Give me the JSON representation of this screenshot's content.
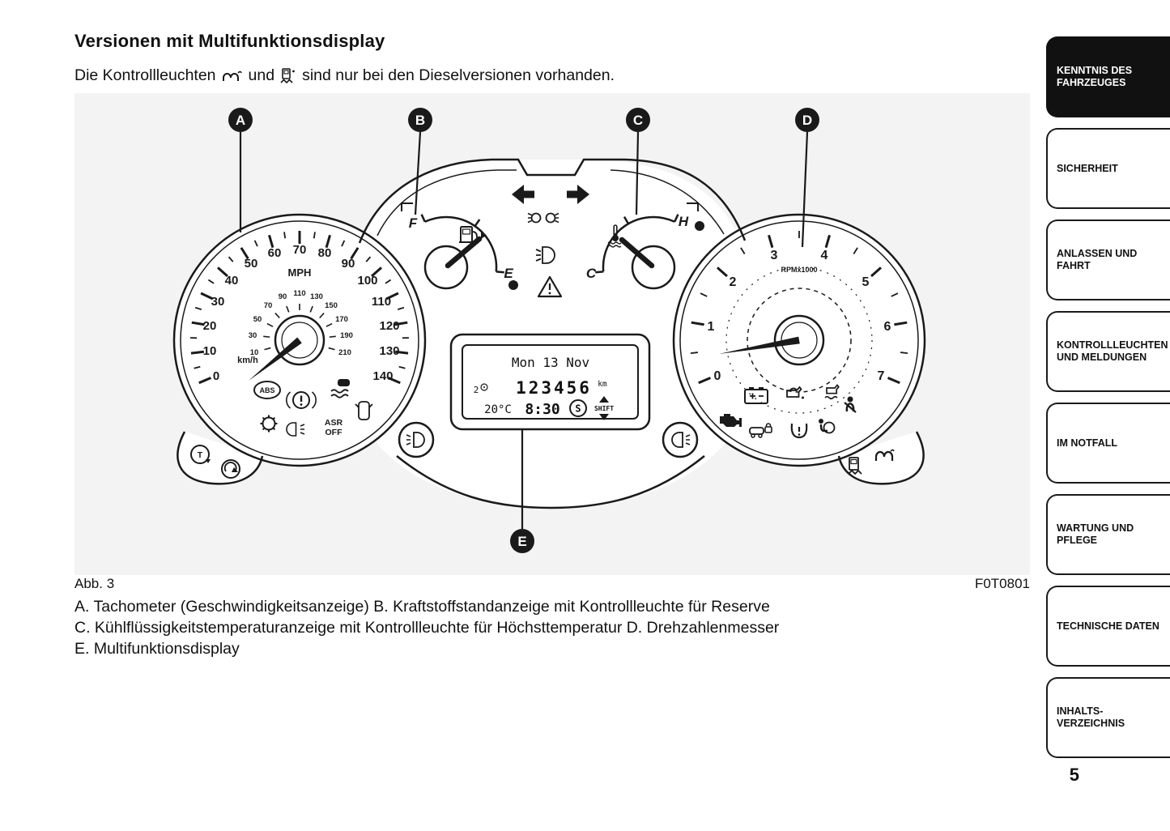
{
  "page": {
    "heading": "Versionen mit Multifunktionsdisplay",
    "intro": {
      "before": "Die Kontrollleuchten",
      "between": "und",
      "after": "sind nur bei den Dieselversionen vorhanden."
    },
    "figure": {
      "label": "Abb. 3",
      "code": "F0T0801"
    },
    "caption": {
      "line1": "A. Tachometer (Geschwindigkeitsanzeige) B. Kraftstoffstandanzeige mit Kontrollleuchte für Reserve",
      "line2": "C. Kühlflüssigkeitstemperaturanzeige mit Kontrollleuchte für Höchsttemperatur D. Drehzahlenmesser",
      "line3": "E. Multifunktionsdisplay"
    },
    "page_number": "5"
  },
  "sidebar": {
    "tabs": [
      {
        "line1": "KENNTNIS DES",
        "line2": "FAHRZEUGES",
        "active": true
      },
      {
        "line1": "SICHERHEIT",
        "line2": ""
      },
      {
        "line1": "ANLASSEN UND",
        "line2": "FAHRT"
      },
      {
        "line1": "KONTROLLLEUCHTEN",
        "line2": "UND MELDUNGEN"
      },
      {
        "line1": "IM NOTFALL",
        "line2": ""
      },
      {
        "line1": "WARTUNG UND",
        "line2": "PFLEGE"
      },
      {
        "line1": "TECHNISCHE DATEN",
        "line2": ""
      },
      {
        "line1": "INHALTS-",
        "line2": "VERZEICHNIS"
      }
    ]
  },
  "cluster": {
    "callouts": {
      "a": "A",
      "b": "B",
      "c": "C",
      "d": "D",
      "e": "E"
    },
    "speedometer": {
      "unit_outer": "MPH",
      "unit_inner": "km/h",
      "mph": [
        "0",
        "10",
        "20",
        "30",
        "40",
        "50",
        "60",
        "70",
        "80",
        "90",
        "100",
        "110",
        "120",
        "130",
        "140"
      ],
      "kmh": [
        "10",
        "30",
        "50",
        "70",
        "90",
        "110",
        "130",
        "150",
        "170",
        "190",
        "210"
      ],
      "abs_label": "ABS",
      "asr_line1": "ASR",
      "asr_line2": "OFF"
    },
    "tachometer": {
      "label": "RPMx1000",
      "ticks": [
        "0",
        "1",
        "2",
        "3",
        "4",
        "5",
        "6",
        "7"
      ]
    },
    "fuel_gauge": {
      "full": "F",
      "empty": "E"
    },
    "temp_gauge": {
      "hot": "H",
      "cold": "C"
    },
    "display": {
      "date": "Mon 13 Nov",
      "trip": "2",
      "odometer": "123456",
      "odometer_unit": "km",
      "temperature": "20°C",
      "time": "8:30",
      "gear_symbol": "S",
      "shift_label": "SHIFT"
    },
    "misc": {
      "t_symbol": "T"
    },
    "indicator_icons": [
      "glow-plug",
      "water-in-fuel",
      "turn-left",
      "turn-right",
      "position-lights",
      "low-beam",
      "warning-triangle",
      "fuel-pump",
      "fuel-reserve-dot",
      "thermometer",
      "high-temp-dot",
      "abs",
      "brake-warning",
      "esp",
      "door-open",
      "gear-warning",
      "rear-fog",
      "asr-off",
      "battery",
      "oil-pressure",
      "oil-temperature",
      "seatbelt",
      "engine-check",
      "car-lock",
      "tpms",
      "airbag",
      "front-fog",
      "letter-t-circle",
      "dial-arrow"
    ]
  },
  "colors": {
    "ink": "#1a1a1a",
    "tab_active_bg": "#111111",
    "figure_bg": "#f3f3f3"
  }
}
